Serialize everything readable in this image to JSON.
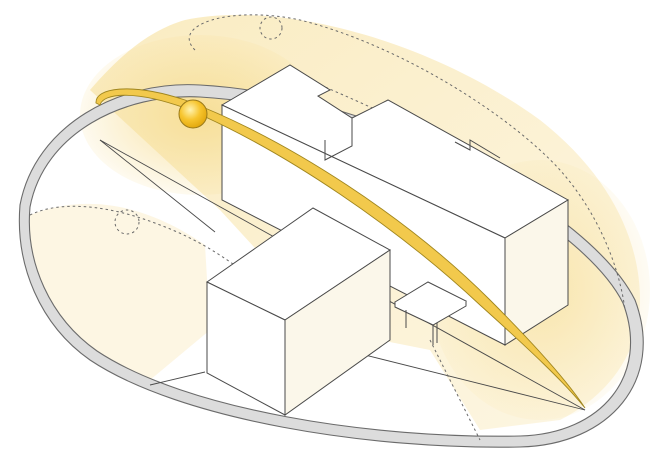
{
  "diagram": {
    "kind": "sun-path-site-diagram",
    "elements": [
      "ground-ellipse-ring",
      "sun-light-wash",
      "winter-shadow-path",
      "summer-shadow-path",
      "sun-arc",
      "sun",
      "tall-block",
      "low-block",
      "canopy-shelter",
      "site-axis-lines"
    ]
  },
  "colors": {
    "background": "#ffffff",
    "ring_fill": "#dcdcdc",
    "ring_outline": "#6b6b6b",
    "line": "#4a4a4a",
    "sun_wash": "#f6dc8f",
    "sun_arc_fill": "#f2c94c",
    "sun_arc_edge": "#a0861f",
    "sun_fill": "#f7c52e",
    "sun_edge": "#9a7a1a",
    "dotted": "#6a6a6a"
  }
}
